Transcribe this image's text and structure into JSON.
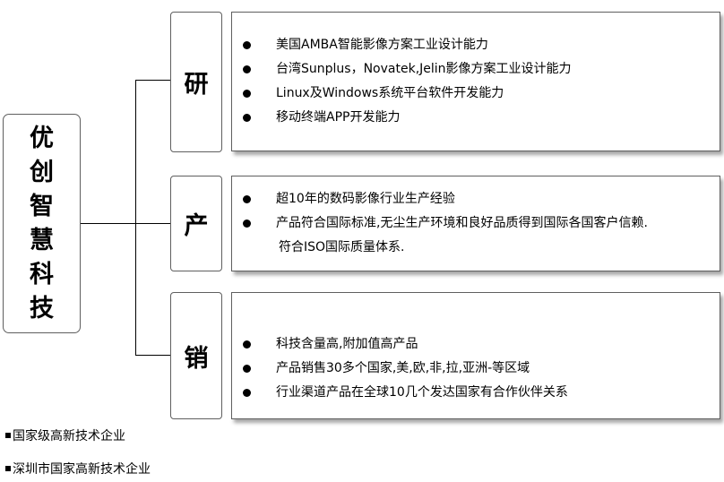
{
  "company": {
    "chars": [
      "优",
      "创",
      "智",
      "慧",
      "科",
      "技"
    ]
  },
  "sections": [
    {
      "label": "研",
      "items": [
        "美国AMBA智能影像方案工业设计能力",
        "台湾Sunplus，Novatek,Jelin影像方案工业设计能力",
        "Linux及Windows系统平台软件开发能力",
        "移动终端APP开发能力"
      ]
    },
    {
      "label": "产",
      "items": [
        "超10年的数码影像行业生产经验",
        "产品符合国际标准,无尘生产环境和良好品质得到国际各国客户信赖."
      ],
      "continuation": "符合ISO国际质量体系."
    },
    {
      "label": "销",
      "items": [
        "科技含量高,附加值高产品",
        "产品销售30多个国家,美,欧,非,拉,亚洲-等区域",
        "行业渠道产品在全球10几个发达国家有合作伙伴关系"
      ]
    }
  ],
  "footnotes": [
    "国家级高新技术企业",
    "深圳市国家高新技术企业"
  ]
}
